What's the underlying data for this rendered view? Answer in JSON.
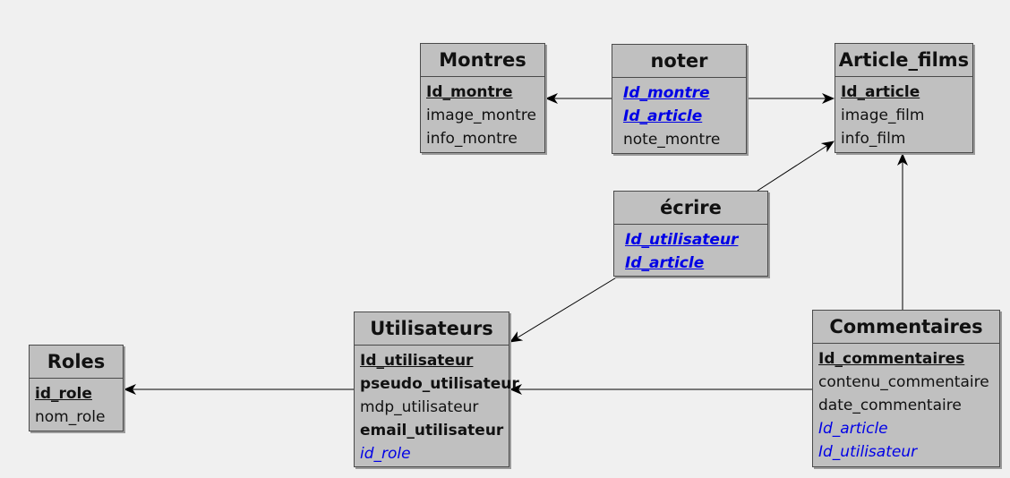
{
  "entities": {
    "montres": {
      "name": "Montres",
      "fields": [
        {
          "label": "Id_montre"
        },
        {
          "label": "image_montre"
        },
        {
          "label": "info_montre"
        }
      ]
    },
    "noter": {
      "name": "noter",
      "fields": [
        {
          "label": "Id_montre"
        },
        {
          "label": "Id_article"
        },
        {
          "label": "note_montre"
        }
      ]
    },
    "article_films": {
      "name": "Article_films",
      "fields": [
        {
          "label": "Id_article"
        },
        {
          "label": "image_film"
        },
        {
          "label": "info_film"
        }
      ]
    },
    "ecrire": {
      "name": "écrire",
      "fields": [
        {
          "label": "Id_utilisateur"
        },
        {
          "label": "Id_article"
        }
      ]
    },
    "utilisateurs": {
      "name": "Utilisateurs",
      "fields": [
        {
          "label": "Id_utilisateur"
        },
        {
          "label": "pseudo_utilisateur"
        },
        {
          "label": "mdp_utilisateur"
        },
        {
          "label": "email_utilisateur"
        },
        {
          "label": "id_role"
        }
      ]
    },
    "roles": {
      "name": "Roles",
      "fields": [
        {
          "label": "id_role"
        },
        {
          "label": "nom_role"
        }
      ]
    },
    "commentaires": {
      "name": "Commentaires",
      "fields": [
        {
          "label": "Id_commentaires"
        },
        {
          "label": "contenu_commentaire"
        },
        {
          "label": "date_commentaire"
        },
        {
          "label": "Id_article"
        },
        {
          "label": "Id_utilisateur"
        }
      ]
    }
  },
  "colors": {
    "foreign_key": "#0000e6",
    "entity_fill": "#c0c0c0",
    "line": "#000000"
  }
}
